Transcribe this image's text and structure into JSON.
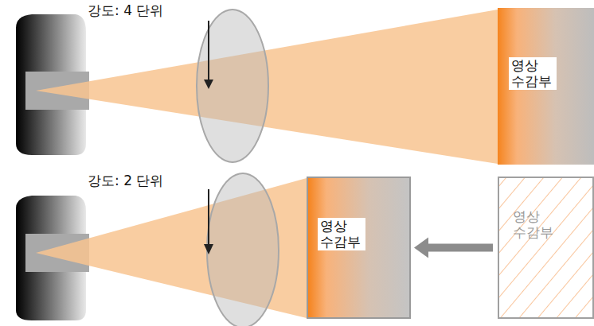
{
  "diagram": {
    "nodes": [
      {
        "text": [
          "영상 수감부"
        ]
      },
      {
        "text": [
          "영상 수감부"
        ]
      },
      {
        "text": [
          "영상 수감부"
        ]
      }
    ],
    "edges": [
      {
        "from": 2,
        "to": 1,
        "arrow": "to"
      }
    ],
    "labels": [
      "강도: 4 단위",
      "강도: 2 단위"
    ]
  }
}
